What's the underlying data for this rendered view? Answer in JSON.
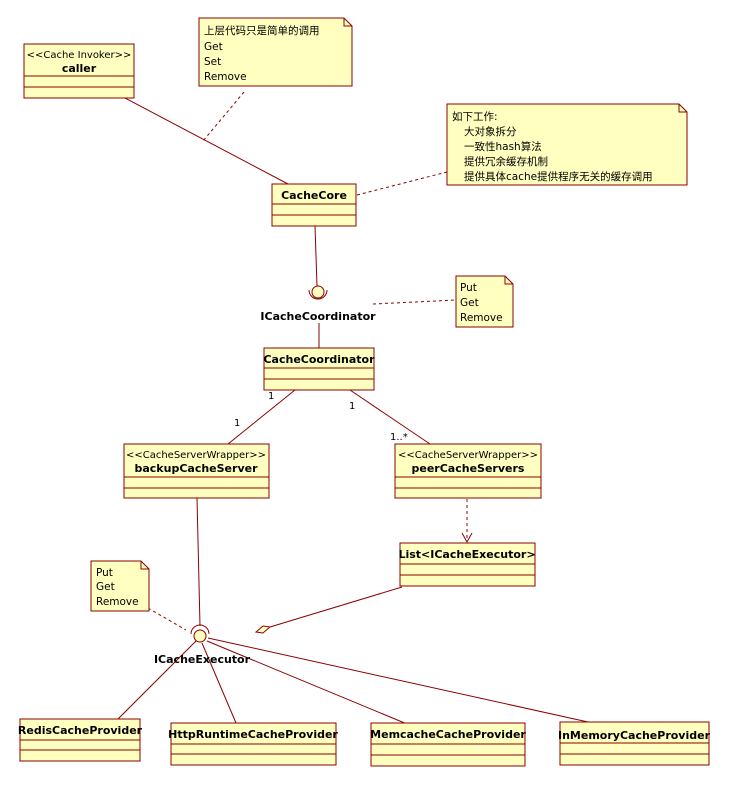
{
  "classes": {
    "caller": {
      "stereotype": "<<Cache Invoker>>",
      "name": "caller"
    },
    "cache_core": {
      "name": "CacheCore"
    },
    "cache_coordinator": {
      "name": "CacheCoordinator"
    },
    "backup": {
      "stereotype": "<<CacheServerWrapper>>",
      "name": "backupCacheServer"
    },
    "peer": {
      "stereotype": "<<CacheServerWrapper>>",
      "name": "peerCacheServers"
    },
    "list_exec": {
      "name": "List<ICacheExecutor>"
    },
    "redis": {
      "name": "RedisCacheProvider"
    },
    "http": {
      "name": "HttpRuntimeCacheProvider"
    },
    "memcache": {
      "name": "MemcacheCacheProvider"
    },
    "inmemory": {
      "name": "InMemoryCacheProvider"
    }
  },
  "interfaces": {
    "coordinator": "ICacheCoordinator",
    "executor": "ICacheExecutor"
  },
  "notes": {
    "top": [
      "上层代码只是简单的调用",
      "Get",
      "Set",
      "Remove"
    ],
    "work": [
      "如下工作:",
      "大对象拆分",
      "一致性hash算法",
      "提供冗余缓存机制",
      "提供具体cache提供程序无关的缓存调用"
    ],
    "coord": [
      "Put",
      "Get",
      "Remove"
    ],
    "exec": [
      "Put",
      "Get",
      "Remove"
    ]
  },
  "multiplicity": {
    "coord_backup": "1",
    "backup_end": "1",
    "coord_peer": "1",
    "peer_end": "1..*"
  }
}
